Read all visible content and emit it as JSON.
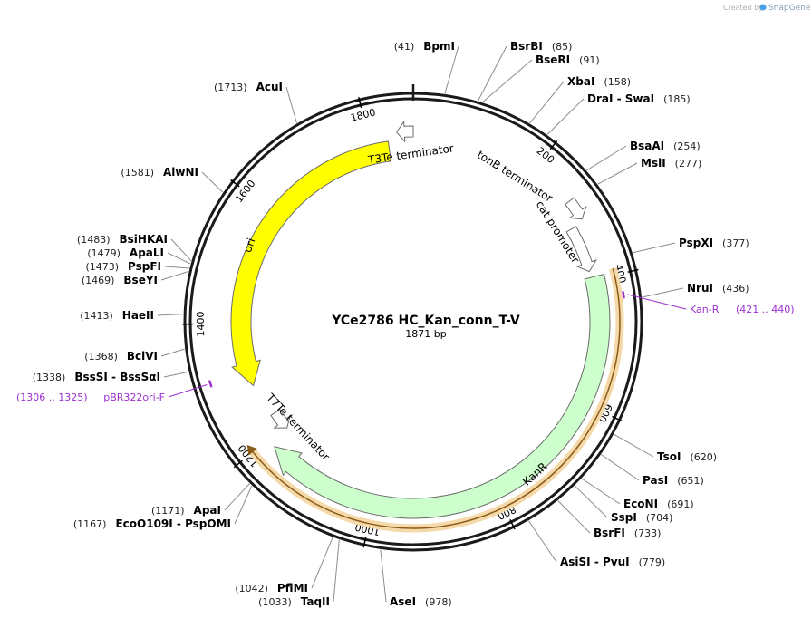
{
  "credit": {
    "prefix": "Created by",
    "brand": "SnapGene"
  },
  "plasmid": {
    "name": "YCe2786 HC_Kan_conn_T-V",
    "length_label": "1871 bp",
    "length": 1871
  },
  "colors": {
    "backbone": "#1a1a1a",
    "ori": "#ffff00",
    "kanr": "#ccffcc",
    "terminator": "#ffffff",
    "promoter": "#ffffff",
    "highlight": "#f5d9a8",
    "highlight_core": "#8a5a1a",
    "primer": "#9b30d0"
  },
  "ticks": [
    {
      "pos": 200,
      "label": "200"
    },
    {
      "pos": 400,
      "label": "400"
    },
    {
      "pos": 600,
      "label": "600"
    },
    {
      "pos": 800,
      "label": "800"
    },
    {
      "pos": 1000,
      "label": "1000"
    },
    {
      "pos": 1200,
      "label": "1200"
    },
    {
      "pos": 1400,
      "label": "1400"
    },
    {
      "pos": 1600,
      "label": "1600"
    },
    {
      "pos": 1800,
      "label": "1800"
    }
  ],
  "sites": [
    {
      "id": "bpmi",
      "name": "BpmI",
      "pos_label": "(41)",
      "pos": 41,
      "side": "L"
    },
    {
      "id": "bsrbi",
      "name": "BsrBI",
      "pos_label": "(85)",
      "pos": 85,
      "side": "R"
    },
    {
      "id": "bseri",
      "name": "BseRI",
      "pos_label": "(91)",
      "pos": 91,
      "side": "R"
    },
    {
      "id": "xbai",
      "name": "XbaI",
      "pos_label": "(158)",
      "pos": 158,
      "side": "R"
    },
    {
      "id": "drai",
      "name": "DraI  -  SwaI",
      "pos_label": "(185)",
      "pos": 185,
      "side": "R"
    },
    {
      "id": "bsaai",
      "name": "BsaAI",
      "pos_label": "(254)",
      "pos": 254,
      "side": "R"
    },
    {
      "id": "msli",
      "name": "MslI",
      "pos_label": "(277)",
      "pos": 277,
      "side": "R"
    },
    {
      "id": "pspxi",
      "name": "PspXI",
      "pos_label": "(377)",
      "pos": 377,
      "side": "R"
    },
    {
      "id": "nrui",
      "name": "NruI",
      "pos_label": "(436)",
      "pos": 436,
      "side": "R"
    },
    {
      "id": "tsoi",
      "name": "TsoI",
      "pos_label": "(620)",
      "pos": 620,
      "side": "R"
    },
    {
      "id": "pasi",
      "name": "PasI",
      "pos_label": "(651)",
      "pos": 651,
      "side": "R"
    },
    {
      "id": "econi",
      "name": "EcoNI",
      "pos_label": "(691)",
      "pos": 691,
      "side": "R"
    },
    {
      "id": "sspi",
      "name": "SspI",
      "pos_label": "(704)",
      "pos": 704,
      "side": "R"
    },
    {
      "id": "bsrfi",
      "name": "BsrFI",
      "pos_label": "(733)",
      "pos": 733,
      "side": "R"
    },
    {
      "id": "asisi",
      "name": "AsiSI  -  PvuI",
      "pos_label": "(779)",
      "pos": 779,
      "side": "R"
    },
    {
      "id": "asei",
      "name": "AseI",
      "pos_label": "(978)",
      "pos": 978,
      "side": "R"
    },
    {
      "id": "taqii",
      "name": "TaqII",
      "pos_label": "(1033)",
      "pos": 1033,
      "side": "L"
    },
    {
      "id": "pflmi",
      "name": "PflMI",
      "pos_label": "(1042)",
      "pos": 1042,
      "side": "L"
    },
    {
      "id": "eco0109i",
      "name": "EcoO109I  -  PspOMI",
      "pos_label": "(1167)",
      "pos": 1167,
      "side": "L"
    },
    {
      "id": "apai",
      "name": "ApaI",
      "pos_label": "(1171)",
      "pos": 1171,
      "side": "L"
    },
    {
      "id": "bsssi",
      "name": "BssSI  -  BssSαI",
      "pos_label": "(1338)",
      "pos": 1338,
      "side": "L"
    },
    {
      "id": "bcivi",
      "name": "BciVI",
      "pos_label": "(1368)",
      "pos": 1368,
      "side": "L"
    },
    {
      "id": "haeii",
      "name": "HaeII",
      "pos_label": "(1413)",
      "pos": 1413,
      "side": "L"
    },
    {
      "id": "bseyi",
      "name": "BseYI",
      "pos_label": "(1469)",
      "pos": 1469,
      "side": "L"
    },
    {
      "id": "pspfi",
      "name": "PspFI",
      "pos_label": "(1473)",
      "pos": 1473,
      "side": "L"
    },
    {
      "id": "apali",
      "name": "ApaLI",
      "pos_label": "(1479)",
      "pos": 1479,
      "side": "L"
    },
    {
      "id": "bsihkai",
      "name": "BsiHKAI",
      "pos_label": "(1483)",
      "pos": 1483,
      "side": "L"
    },
    {
      "id": "alwni",
      "name": "AlwNI",
      "pos_label": "(1581)",
      "pos": 1581,
      "side": "L"
    },
    {
      "id": "acui",
      "name": "AcuI",
      "pos_label": "(1713)",
      "pos": 1713,
      "side": "L"
    }
  ],
  "features": [
    {
      "id": "ori",
      "label": "ori",
      "start": 1290,
      "end": 1830,
      "direction": "ccw",
      "color": "#ffff00"
    },
    {
      "id": "kanr",
      "label": "KanR",
      "start": 395,
      "end": 1185,
      "direction": "cw",
      "color": "#ccffcc"
    },
    {
      "id": "t3te",
      "label": "T3Te terminator",
      "start": 1845,
      "end": 1871,
      "direction": "ccw",
      "color": "#ffffff"
    },
    {
      "id": "tonb",
      "label": "tonB terminator",
      "start": 272,
      "end": 305,
      "direction": "cw",
      "color": "#ffffff"
    },
    {
      "id": "cat",
      "label": "cat promoter",
      "start": 310,
      "end": 385,
      "direction": "cw",
      "color": "#ffffff"
    },
    {
      "id": "t7te",
      "label": "T7Te terminator",
      "start": 1195,
      "end": 1230,
      "direction": "ccw",
      "color": "#ffffff"
    }
  ],
  "primers": [
    {
      "id": "kan-r",
      "label": "Kan-R",
      "range": "(421 .. 440)",
      "pos": 430
    },
    {
      "id": "pbr322ori-f",
      "label": "pBR322ori-F",
      "range": "(1306 .. 1325)",
      "pos": 1315
    }
  ]
}
